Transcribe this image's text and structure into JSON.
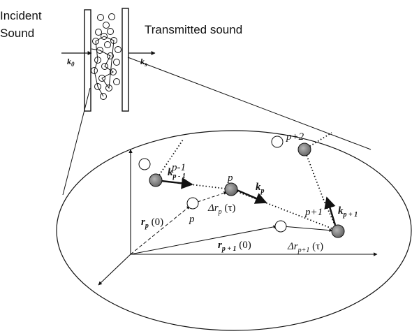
{
  "labels": {
    "incident_line1": "Incident",
    "incident_line2": "Sound",
    "transmitted": "Transmitted sound",
    "k0_main": "k",
    "k0_sub": "0",
    "ks_main": "k",
    "ks_sub": "s",
    "p_minus_1": "p-1",
    "p_plus_2": "p+2",
    "p_plus_1": "p+1",
    "p_top": "p",
    "p_ghost": "p",
    "k_pm1_main": "k",
    "k_pm1_sub": "p - 1",
    "k_p_main": "k",
    "k_p_sub": "p",
    "k_pp1_main": "k",
    "k_pp1_sub": "p + 1",
    "r_p0_main": "r",
    "r_p0_sub": "p",
    "r_p0_arg": " (0)",
    "dr_p_delta": "Δr",
    "dr_p_sub": "p",
    "dr_p_arg": " (τ)",
    "r_pp10_main": "r",
    "r_pp10_sub": "p + 1",
    "r_pp10_arg": " (0)",
    "dr_pp1_delta": "Δr",
    "dr_pp1_sub": "p+1",
    "dr_pp1_arg": " (τ)"
  },
  "colors": {
    "ink": "#111111",
    "particle_fill": "#8a8a8a",
    "ghost_fill": "#ffffff"
  }
}
